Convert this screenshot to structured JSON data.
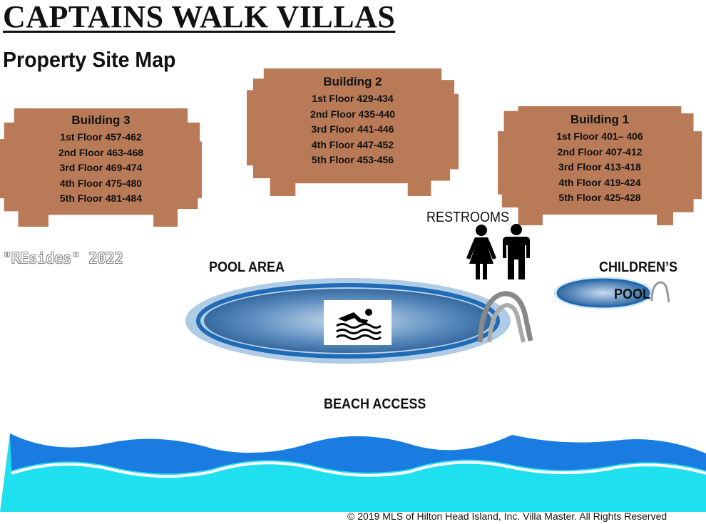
{
  "title": "CAPTAINS WALK VILLAS",
  "subtitle": "Property Site Map",
  "watermark": "\"REsides\" 2022",
  "buildings": [
    {
      "name": "Building 3",
      "floors": [
        "1st Floor 457-462",
        "2nd Floor 463-468",
        "3rd Floor 469-474",
        "4th Floor 475-480",
        "5th Floor 481-484"
      ]
    },
    {
      "name": "Building 2",
      "floors": [
        "1st Floor 429-434",
        "2nd Floor 435-440",
        "3rd Floor 441-446",
        "4th Floor 447-452",
        "5th Floor 453-456"
      ]
    },
    {
      "name": "Building 1",
      "floors": [
        "1st Floor 401– 406",
        "2nd Floor 407-412",
        "3rd Floor 413-418",
        "4th Floor 419-424",
        "5th Floor 425-428"
      ]
    }
  ],
  "labels": {
    "restrooms": "RESTROOMS",
    "pool_area": "POOL AREA",
    "childrens": "CHILDREN’S",
    "pool": "POOL",
    "beach_access": "BEACH ACCESS"
  },
  "copyright": "© 2019 MLS of Hilton Head Island, Inc. Villa Master. All Rights Reserved",
  "colors": {
    "building": "#b87a57",
    "wave_dark": "#1a7be0",
    "wave_light": "#1ee0ee",
    "pool": "#2d6fae"
  },
  "icons": [
    "restroom-woman-icon",
    "restroom-man-icon",
    "swimmer-icon",
    "pool-ladder-icon"
  ]
}
